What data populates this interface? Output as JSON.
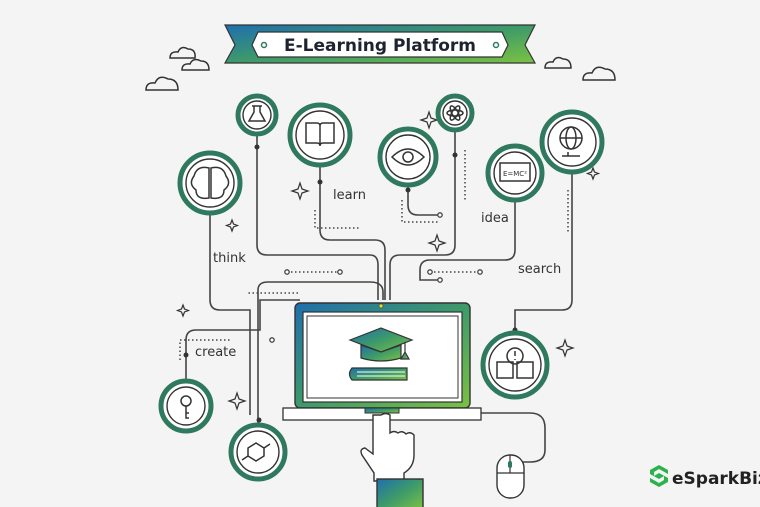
{
  "banner": {
    "title": "E-Learning Platform"
  },
  "labels": {
    "learn": "learn",
    "think": "think",
    "idea": "idea",
    "search": "search",
    "create": "create"
  },
  "screen_formula": "E=MC²",
  "brand": {
    "name": "eSparkBiz"
  },
  "colors": {
    "ring": "#2f7a5e",
    "gradient_start": "#1f6fae",
    "gradient_end": "#7bc143"
  }
}
